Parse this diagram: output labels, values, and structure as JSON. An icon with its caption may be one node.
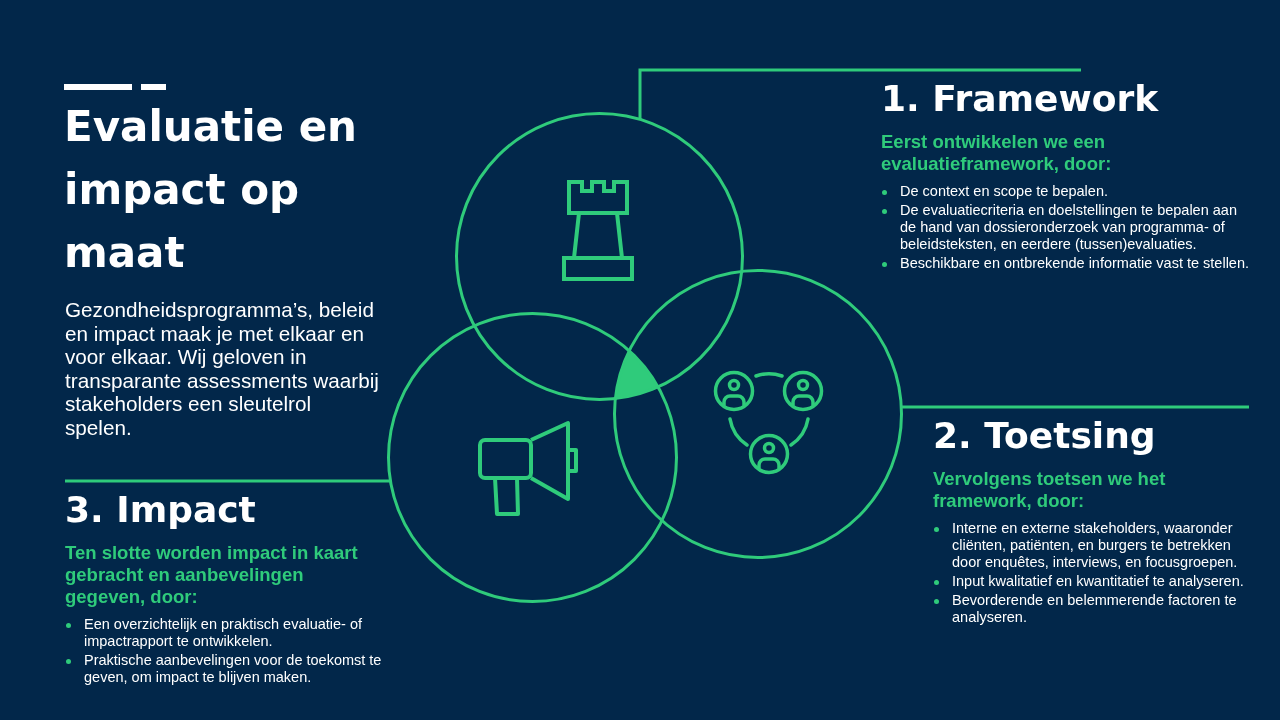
{
  "diagram": {
    "title": "Evaluatie en impact op maat",
    "nodes": [
      {
        "text": [],
        "shape": "circle"
      },
      {
        "text": [
          "1. Framework",
          "Eerst ontwikkelen we een evaluatieframework, door:",
          "De context en scope te bepalen.",
          "De evaluatiecriteria en doelstellingen te bepalen aan de hand van dossieronderzoek van programma- of beleidsteksten, en eerdere (tussen)evaluaties.",
          "Beschikbare en ontbrekende informatie vast te stellen."
        ]
      },
      {
        "text": [],
        "shape": "circle"
      },
      {
        "text": [
          "2. Toetsing",
          "Vervolgens toetsen we het framework, door:",
          "Interne en externe stakeholders, waaronder cliënten, patiënten, en burgers te betrekken door enquêtes, interviews, en focusgroepen.",
          "Input kwalitatief en kwantitatief te analyseren.",
          "Bevorderende en belemmerende factoren te analyseren."
        ]
      },
      {
        "text": [],
        "shape": "circle"
      },
      {
        "text": [
          "3. Impact",
          "Ten slotte worden impact in kaart gebracht en aanbevelingen gegeven, door:",
          "Een overzichtelijk en praktisch evaluatie- of impactrapport te ontwikkelen.",
          "Praktische aanbevelingen voor de toekomst te geven, om impact te blijven maken."
        ]
      }
    ],
    "edges": [
      {
        "from": 0,
        "to": 1,
        "arrow": "none"
      },
      {
        "from": 2,
        "to": 3,
        "arrow": "none"
      },
      {
        "from": 4,
        "to": 5,
        "arrow": "none"
      }
    ],
    "labels": [
      "Gezondheidsprogramma’s, beleid en impact maak je met elkaar en voor elkaar. Wij geloven in transparante assessments waarbij stakeholders een sleutelrol spelen."
    ]
  }
}
